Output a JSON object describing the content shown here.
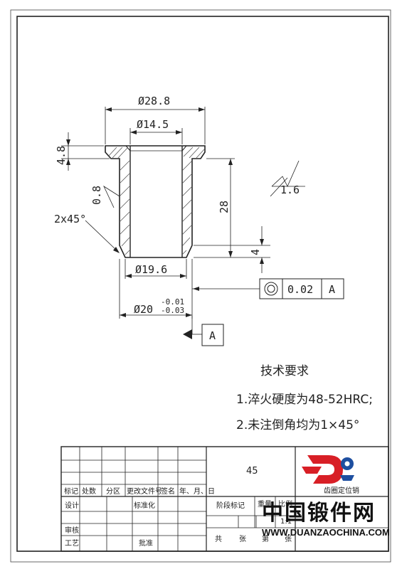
{
  "drawing": {
    "dimensions": {
      "outer_dia": "Ø28.8",
      "inner_dia": "Ø14.5",
      "flange_thickness": "4.8",
      "length": "28",
      "chamfer_len": "4",
      "roughness_left": "0.8",
      "chamfer_note": "2x45°",
      "roughness_right": "1.6",
      "shank_small_dia": "Ø19.6",
      "shank_dia": "Ø20",
      "tol_upper": "-0.01",
      "tol_lower": "-0.03"
    },
    "tolerance_frame": {
      "value": "0.02",
      "datum": "A"
    },
    "datum_label": "A",
    "tech_req": {
      "title": "技术要求",
      "items": [
        "1.淬火硬度为48-52HRC;",
        "2.未注倒角均为1×45°"
      ]
    }
  },
  "title_block": {
    "material": "45",
    "part_name": "齿圈定位销",
    "headers": [
      "标记",
      "处数",
      "分区",
      "更改文件号",
      "签名",
      "年、月、日"
    ],
    "design": "设计",
    "standardize": "标准化",
    "stage_mark": "阶段标记",
    "weight": "重量",
    "scale": "比例",
    "scale_value": "1:1",
    "review": "审核",
    "process": "工艺",
    "approve": "批准",
    "total": "共",
    "sheets": "张",
    "number": "第",
    "sheets2": "张"
  },
  "watermark": {
    "cn": "中国锻件网",
    "en": "WWW.DUANZAOCHINA.COM"
  },
  "colors": {
    "line": "#222222",
    "hatch": "#555555",
    "logo_red": "#d81f26",
    "logo_blue": "#1e4fa0"
  }
}
